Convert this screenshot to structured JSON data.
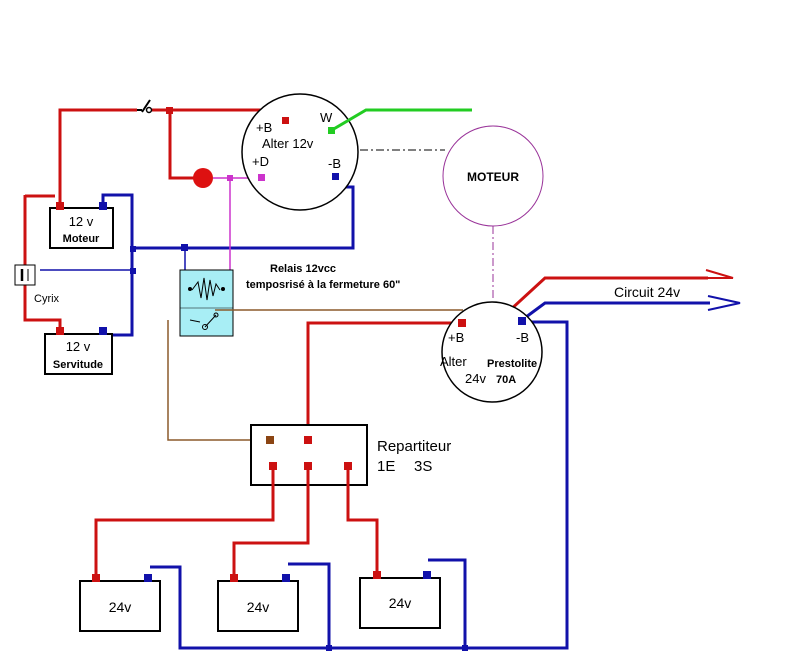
{
  "colors": {
    "positive": "#cc1111",
    "negative": "#1111aa",
    "w_wire": "#22cc22",
    "d_wire": "#cc33cc",
    "relay_wire": "#8b5a2b",
    "relay_fill": "#a8eef5",
    "motor_outline": "#993399"
  },
  "alter12": {
    "b_plus": "+B",
    "w": "W",
    "name": "Alter 12v",
    "d_plus": "+D",
    "b_minus": "-B"
  },
  "moteur": "MOTEUR",
  "bat_moteur": {
    "volt": "12 v",
    "name": "Moteur"
  },
  "bat_servitude": {
    "volt": "12 v",
    "name": "Servitude"
  },
  "cyrix": "Cyrix",
  "relais": {
    "line1": "Relais 12vcc",
    "line2": "temposrisé à la fermeture 60\""
  },
  "alter24": {
    "b_plus": "+B",
    "b_minus": "-B",
    "name": "Alter",
    "brand": "Prestolite",
    "volt": "24v",
    "amp": "70A"
  },
  "circuit": "Circuit 24v",
  "repartiteur": {
    "name": "Repartiteur",
    "spec1": "1E",
    "spec2": "3S"
  },
  "batteries": [
    "24v",
    "24v",
    "24v"
  ]
}
